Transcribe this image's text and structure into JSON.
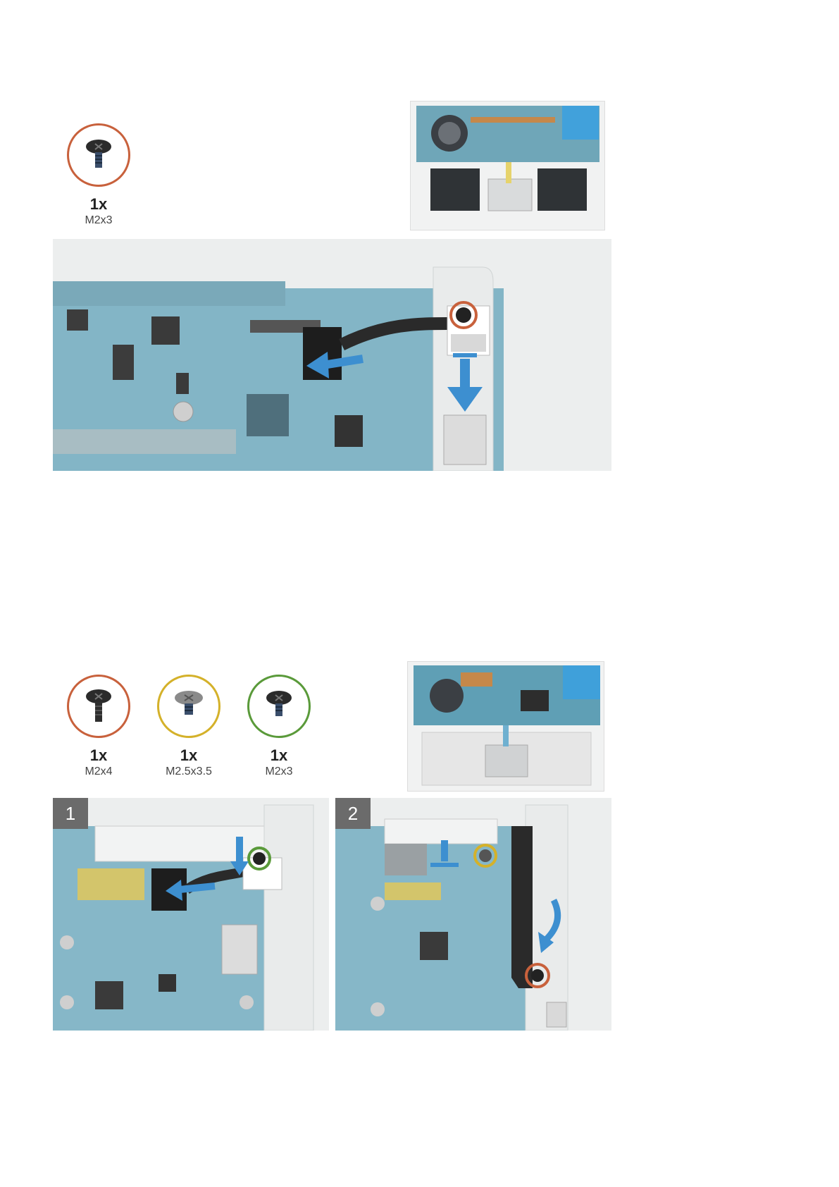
{
  "section1": {
    "screws": [
      {
        "count": "1x",
        "size": "M2x3",
        "ring_color": "#c8613c"
      }
    ]
  },
  "section2": {
    "screws": [
      {
        "count": "1x",
        "size": "M2x4",
        "ring_color": "#c8613c"
      },
      {
        "count": "1x",
        "size": "M2.5x3.5",
        "ring_color": "#d4b12a"
      },
      {
        "count": "1x",
        "size": "M2x3",
        "ring_color": "#5a9a3a"
      }
    ],
    "steps": [
      "1",
      "2"
    ]
  },
  "colors": {
    "board": "#7fb3c4",
    "board_dark": "#4f8ea3",
    "chassis": "#e6e8e8",
    "arrow": "#3d8fd0",
    "step_badge": "#6b6b6b"
  }
}
